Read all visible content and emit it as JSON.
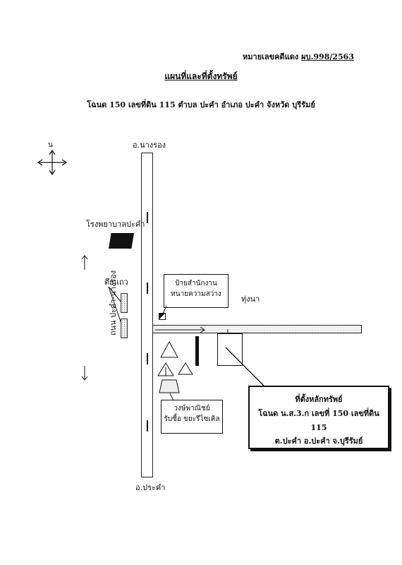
{
  "header": {
    "case_label": "หมายเลขคดีแดง",
    "case_number": "ผบ.998/2563",
    "title": "แผนที่และที่ตั้งทรัพย์",
    "subtitle": "โฉนด 150 เลขที่ดิน 115   ตำบล ปะคำ อำเภอ ปะคำ จังหวัด บุรีรัมย์"
  },
  "map": {
    "north": "น",
    "road_top": "อ.นางรอง",
    "road_bottom": "อ.ประคำ",
    "road_side": "ถนน ปะคำ-นางรอง",
    "hospital": "โรงพยาบาลปะคำ",
    "row_houses": "ตึกแถว",
    "owner_sign": [
      "ป้ายสำนักงาน",
      "ทนายความสว่าง"
    ],
    "paddy": "ทุ่งนา",
    "shop": [
      "วงษ์พาณิชย์",
      "รับซื้อ ขยะรีไซเคิล"
    ],
    "property_info": {
      "heading": "ที่ตั้งหลักทรัพย์",
      "deed": "โฉนด น.ส.3.ก เลขที่ 150 เลขที่ดิน 115",
      "location": "ต.ปะคำ อ.ปะคำ จ.บุรีรัมย์"
    }
  }
}
